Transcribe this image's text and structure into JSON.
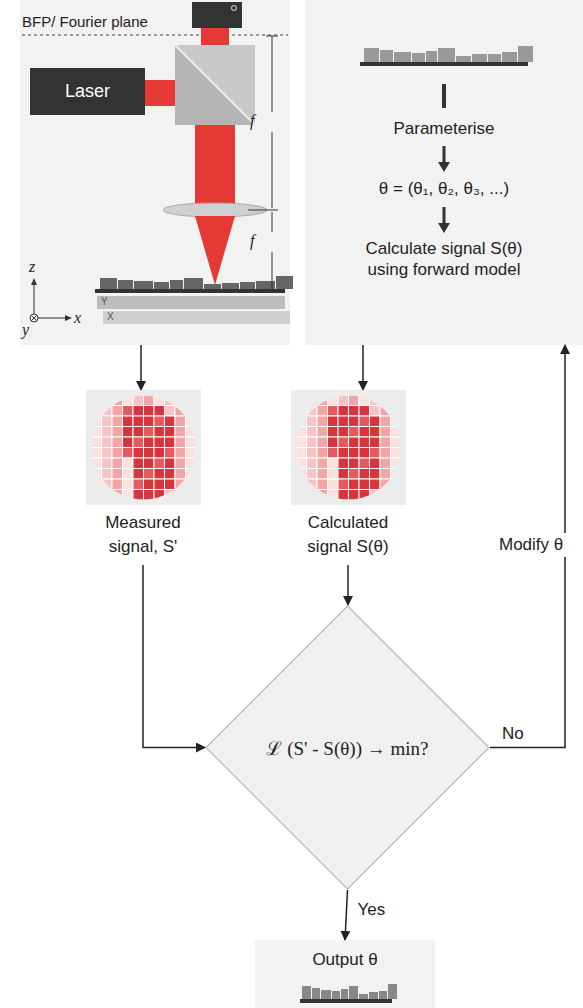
{
  "diagram": {
    "nodes": [
      {
        "text": [
          "BFP/ Fourier plane"
        ]
      },
      {
        "text": [
          "Laser"
        ],
        "in": 0
      },
      {
        "text": [
          "Parameterise",
          "θ = (θ₁, θ₂, θ₃, ...)",
          "Calculate signal S(θ) using forward model"
        ]
      },
      {
        "text": [
          "Measured signal, S'"
        ]
      },
      {
        "text": [
          "Calculated signal S(θ)"
        ]
      },
      {
        "text": [
          "ℒ (S' - S(θ)) → min?"
        ]
      },
      {
        "text": [
          "Output θ"
        ]
      }
    ],
    "edges": [
      {
        "from": 0,
        "to": 3,
        "arrow": "to"
      },
      {
        "from": 2,
        "to": 4,
        "arrow": "to"
      },
      {
        "from": 3,
        "to": 5,
        "arrow": "to"
      },
      {
        "from": 4,
        "to": 5,
        "arrow": "to"
      },
      {
        "from": 5,
        "to": 2,
        "label": "No",
        "arrow": "to"
      },
      {
        "from": 5,
        "to": 6,
        "label": "Yes",
        "arrow": "to"
      }
    ],
    "labels": [
      "f",
      "f",
      "z",
      "y",
      "x",
      "Y",
      "X",
      "Modify θ"
    ]
  }
}
